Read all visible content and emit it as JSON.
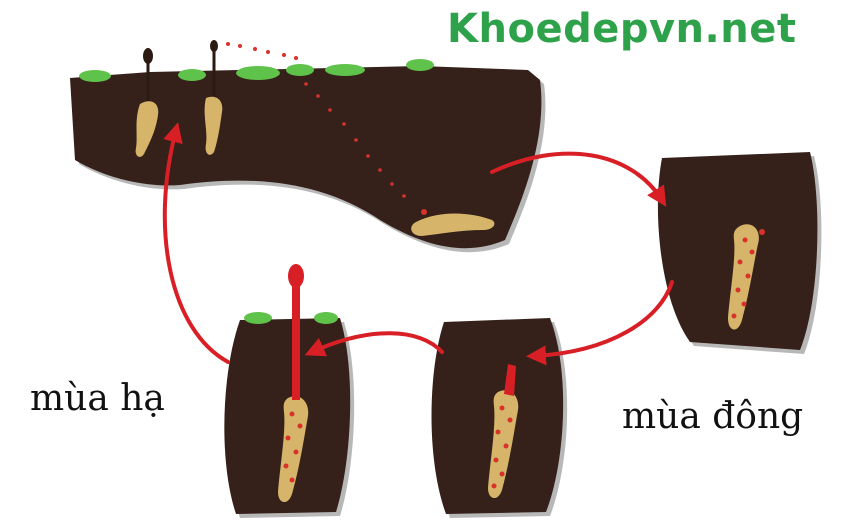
{
  "watermark": {
    "text": "Khoedepvn.net"
  },
  "labels": {
    "summer": "mùa hạ",
    "winter": "mùa đông"
  },
  "colors": {
    "soil": "#35211a",
    "soil_edge": "#9a9a9a",
    "grass": "#5fc24a",
    "larva": "#d6b56a",
    "spot": "#d8322b",
    "arrow": "#d81f26",
    "watermark": "#2ea24a"
  },
  "icons": {
    "arrow": "curved-arrow",
    "larva": "caterpillar-larva",
    "fungus": "cordyceps-stalk"
  }
}
